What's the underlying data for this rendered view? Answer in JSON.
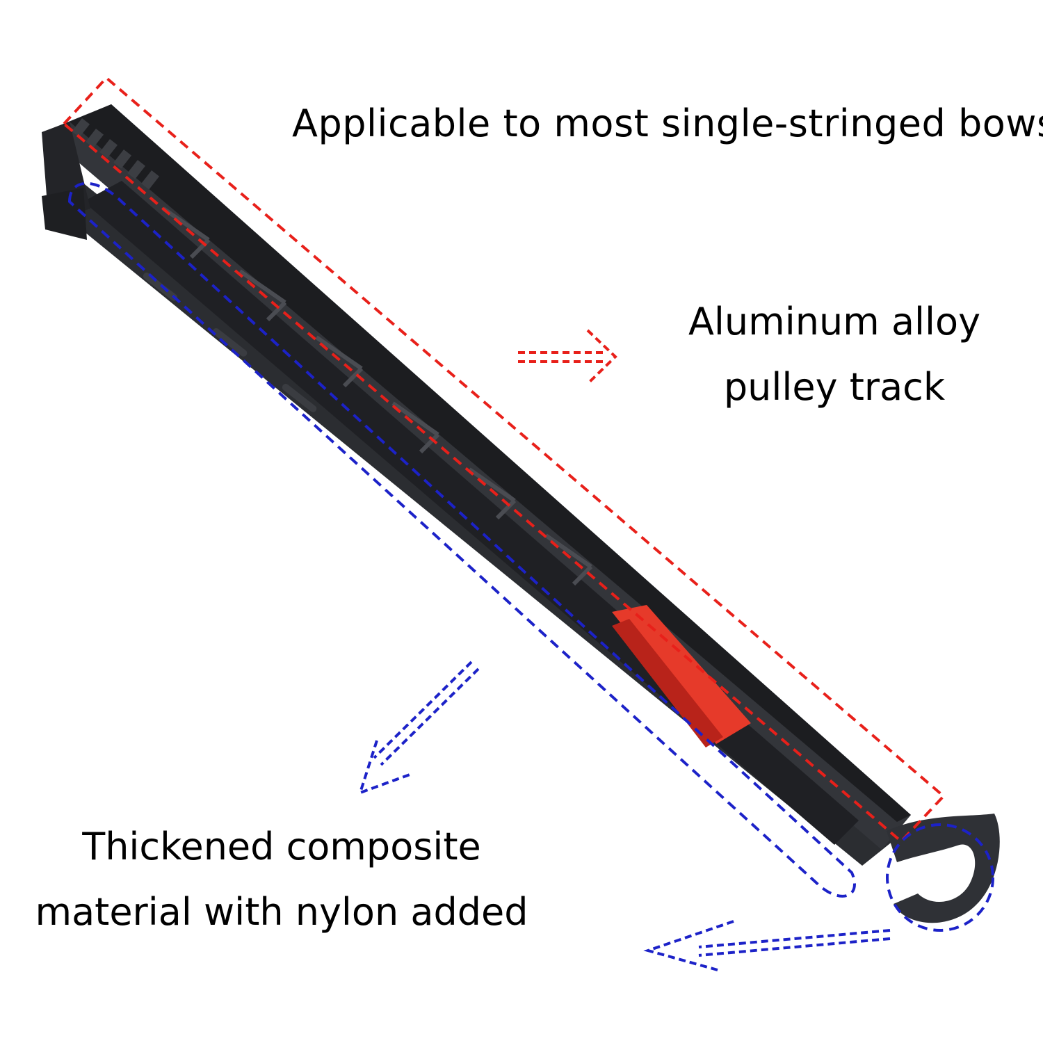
{
  "captions": {
    "top": "Applicable to most single-stringed bows",
    "right_line1": "Aluminum alloy",
    "right_line2": "pulley track",
    "bottom_line1": "Thickened composite",
    "bottom_line2": "material with nylon added"
  },
  "colors": {
    "background": "#ffffff",
    "rail": "#2b2d31",
    "rail_dark": "#1c1d20",
    "rail_edge": "#45474c",
    "accent_red": "#d9251c",
    "fletch_red": "#e63a2a",
    "annotation_red": "#e8201a",
    "annotation_blue": "#1c22c8"
  }
}
